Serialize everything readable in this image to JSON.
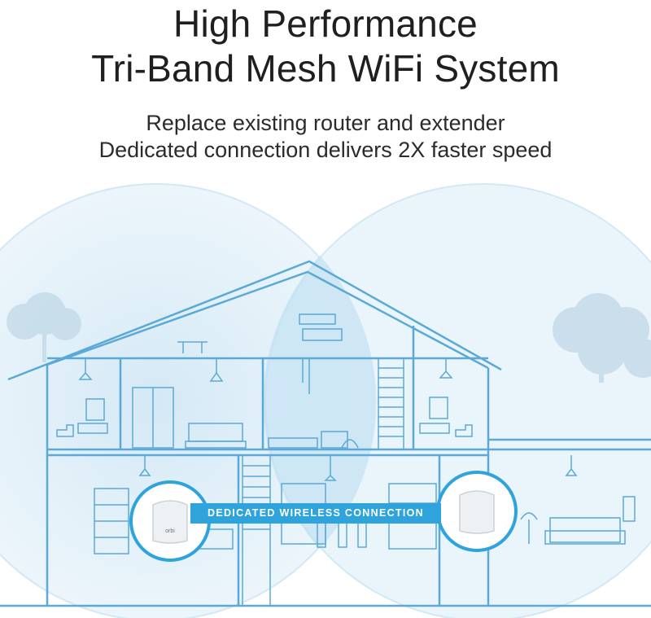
{
  "heading": {
    "line1": "High Performance",
    "line2": "Tri-Band Mesh WiFi System"
  },
  "subheading": {
    "line1": "Replace existing router and extender",
    "line2": "Dedicated connection delivers 2X faster speed"
  },
  "illustration": {
    "banner_label": "DEDICATED WIRELESS CONNECTION",
    "device_brand": "orbi",
    "colors": {
      "coverage": "#dbeef8",
      "line": "#5aa9d6",
      "accent": "#2ea3dc",
      "device": "#eef1f3"
    }
  }
}
